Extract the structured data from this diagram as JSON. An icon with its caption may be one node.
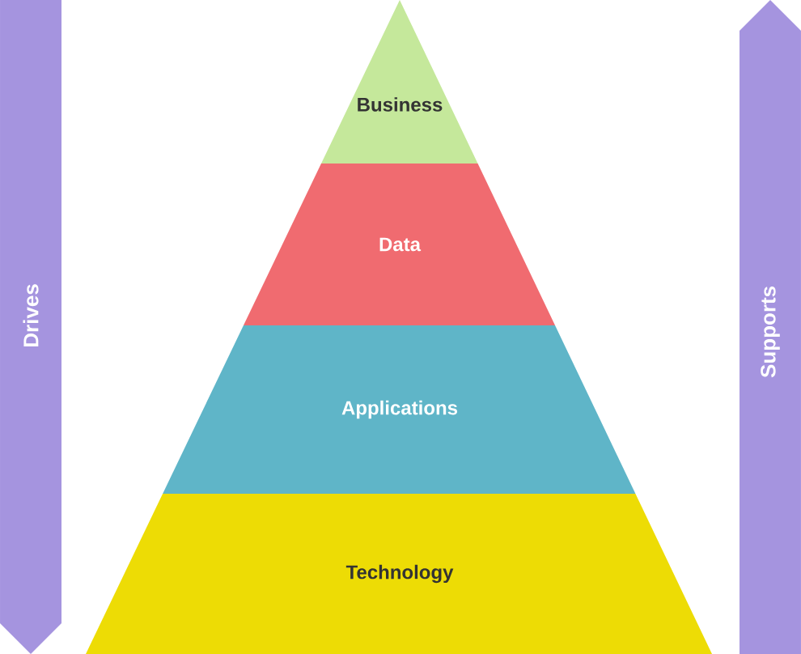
{
  "diagram": {
    "nodes": [
      {
        "text": [
          "Business"
        ]
      },
      {
        "text": [
          "Data"
        ]
      },
      {
        "text": [
          "Applications"
        ]
      },
      {
        "text": [
          "Technology"
        ]
      },
      {
        "text": [
          "Drives"
        ]
      },
      {
        "text": [
          "Supports"
        ]
      }
    ]
  }
}
